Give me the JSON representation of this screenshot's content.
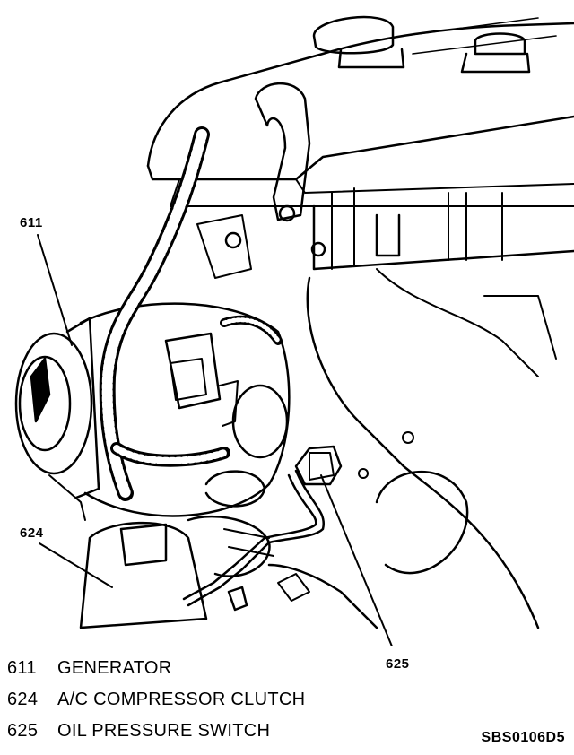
{
  "callouts": {
    "generator_number": "611",
    "ac_clutch_number": "624",
    "oil_switch_number": "625"
  },
  "legend": [
    {
      "number": "611",
      "label": "GENERATOR"
    },
    {
      "number": "624",
      "label": "A/C COMPRESSOR CLUTCH"
    },
    {
      "number": "625",
      "label": "OIL PRESSURE SWITCH"
    }
  ],
  "figure_id": "SBS0106D5",
  "colors": {
    "ink": "#000000",
    "paper": "#ffffff"
  }
}
